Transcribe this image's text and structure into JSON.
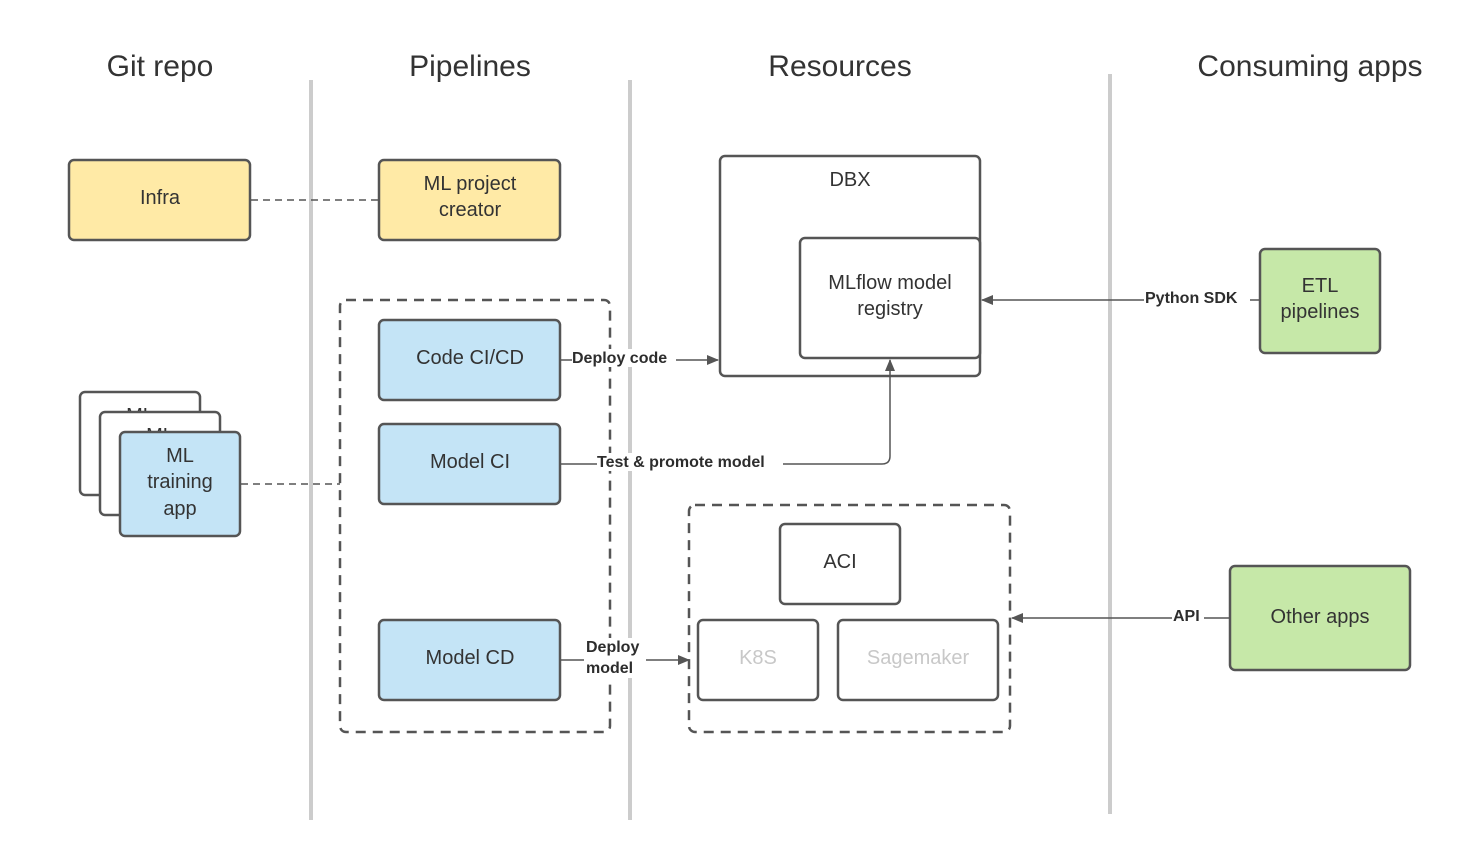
{
  "colors": {
    "yellow_fill": "#ffeaa6",
    "blue_fill": "#c4e4f6",
    "green_fill": "#c6e8a8",
    "border": "#555555",
    "lane_divider": "#cccccc",
    "muted_text": "#c8c8c8"
  },
  "lanes": {
    "git_repo": "Git repo",
    "pipelines": "Pipelines",
    "resources": "Resources",
    "consuming_apps": "Consuming apps"
  },
  "git_repo": {
    "infra": "Infra",
    "ml_training_app": [
      "ML",
      "training",
      "app"
    ],
    "stack_back_label": "ML",
    "stack_mid_label": "ML"
  },
  "pipelines": {
    "ml_project_creator": [
      "ML project",
      "creator"
    ],
    "code_cicd": "Code CI/CD",
    "model_ci": "Model CI",
    "model_cd": "Model CD"
  },
  "resources": {
    "dbx": "DBX",
    "mlflow_registry": [
      "MLflow model",
      "registry"
    ],
    "aci": "ACI",
    "k8s": "K8S",
    "sagemaker": "Sagemaker"
  },
  "consuming_apps": {
    "etl_pipelines": [
      "ETL",
      "pipelines"
    ],
    "other_apps": "Other apps"
  },
  "connectors": {
    "deploy_code": "Deploy code",
    "test_promote": "Test & promote model",
    "deploy_model": [
      "Deploy",
      "model"
    ],
    "python_sdk": "Python SDK",
    "api": "API"
  }
}
